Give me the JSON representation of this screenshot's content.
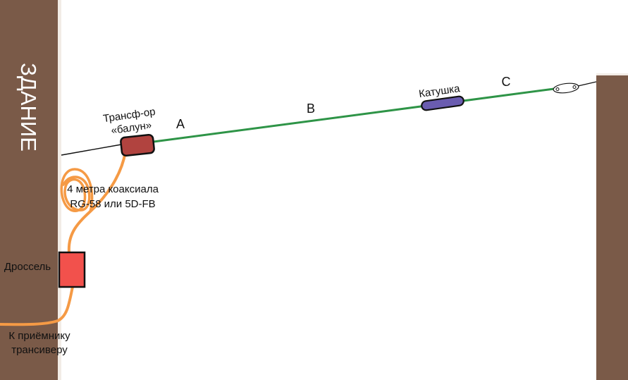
{
  "building": {
    "label": "ЗДАНИЕ"
  },
  "balun": {
    "line1": "Трансф-ор",
    "line2": "«балун»"
  },
  "segments": {
    "a": "A",
    "b": "B",
    "c": "C"
  },
  "coil": {
    "label": "Катушка"
  },
  "coax": {
    "line1": "4 метра коаксиала",
    "line2": "RG-58 или 5D-FB"
  },
  "choke": {
    "label": "Дроссель"
  },
  "receiver": {
    "line1": "К приёмнику",
    "line2": "трансиверу"
  },
  "colors": {
    "wall": "#7a5a48",
    "wall_edge": "#f2ece6",
    "antenna_wire": "#2e9447",
    "support_wire": "#111111",
    "coax": "#f59a45",
    "balun": "#b1433f",
    "coil": "#6a5cb0",
    "choke": "#f2514c"
  }
}
